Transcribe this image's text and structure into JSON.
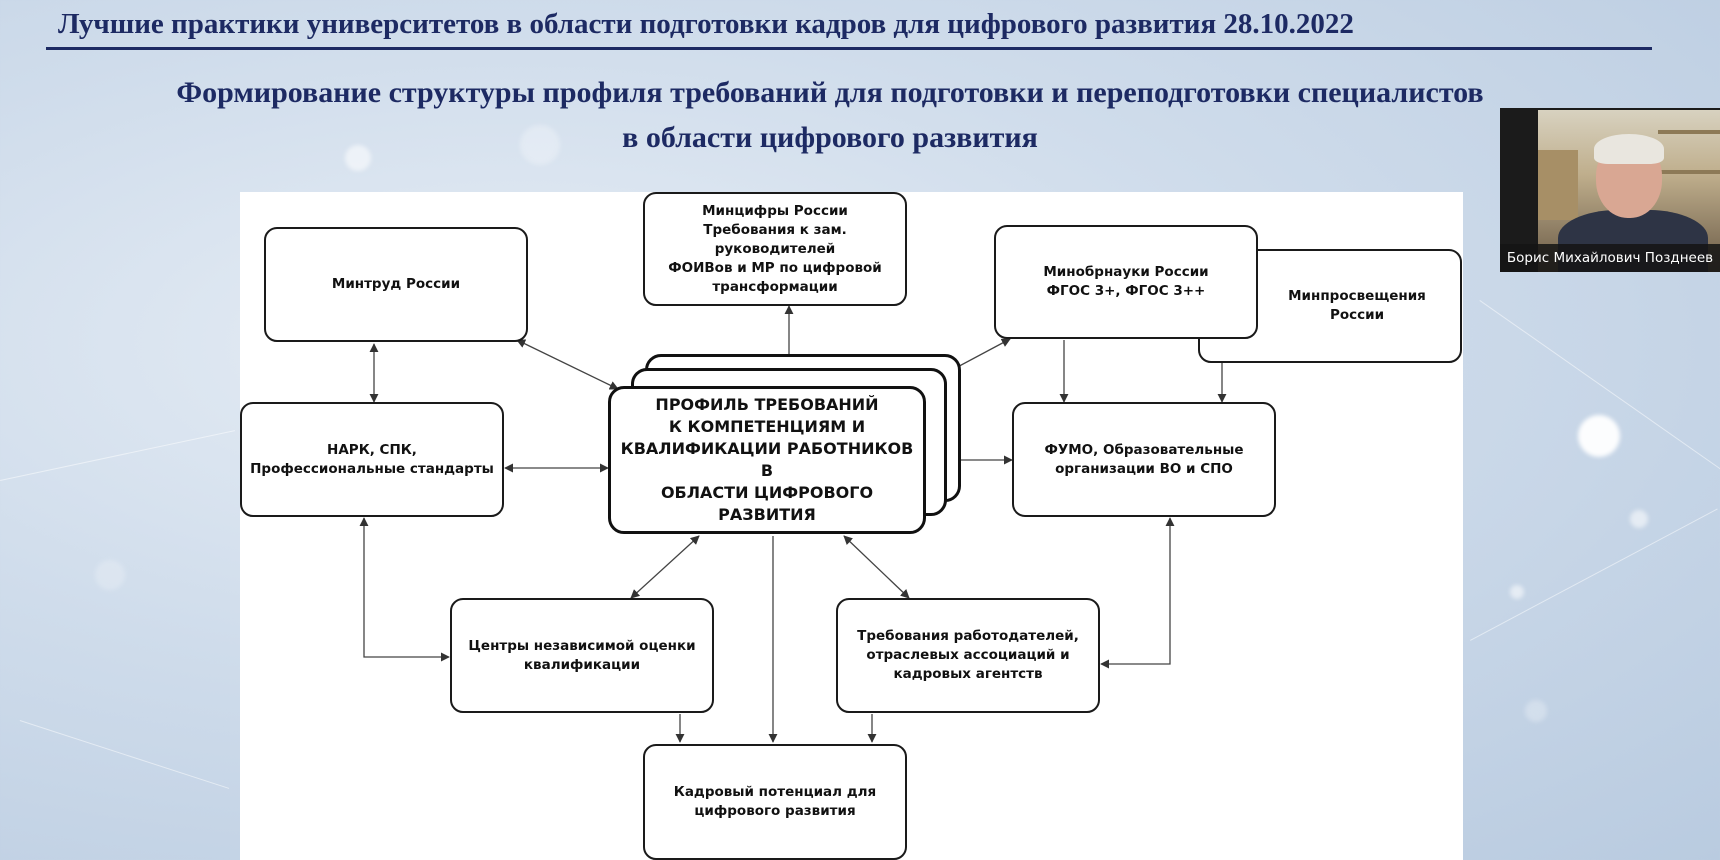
{
  "slide": {
    "header": "Лучшие практики университетов в области подготовки кадров для цифрового развития 28.10.2022",
    "title_line1": "Формирование структуры профиля требований для подготовки и переподготовки специалистов",
    "title_line2": "в области цифрового развития"
  },
  "diagram": {
    "mintrud": "Минтруд России",
    "mintsifry": "Минцифры России\nТребования к зам. руководителей\nФОИВов и МР по цифровой\nтрансформации",
    "minobrnauki": "Минобрнауки России\nФГОС 3+, ФГОС 3++",
    "minprosv": "Минпросвещения\nРоссии",
    "nark": "НАРК, СПК,\nПрофессиональные стандарты",
    "profile": "ПРОФИЛЬ ТРЕБОВАНИЙ\nК КОМПЕТЕНЦИЯМ И\nКВАЛИФИКАЦИИ РАБОТНИКОВ В\nОБЛАСТИ ЦИФРОВОГО РАЗВИТИЯ",
    "fumo": "ФУМО, Образовательные\nорганизации ВО и СПО",
    "centers": "Центры независимой оценки\nквалификации",
    "employers": "Требования работодателей,\nотраслевых ассоциаций и\nкадровых агентств",
    "potential": "Кадровый потенциал для\nцифрового развития"
  },
  "video": {
    "participant_name": "Борис Михайлович Позднеев"
  },
  "colors": {
    "title": "#1d2a63",
    "background": "#cfdceb"
  }
}
